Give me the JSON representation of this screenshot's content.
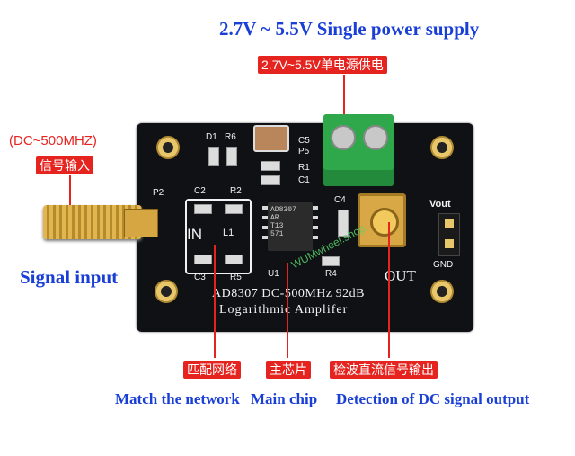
{
  "top_heading": "2.7V ~ 5.5V Single power supply",
  "power_tag": "2.7V~5.5V单电源供电",
  "input_range": "(DC~500MHZ)",
  "input_tag": "信号输入",
  "signal_input": "Signal input",
  "board": {
    "labels": {
      "d1": "D1",
      "r6": "R6",
      "c5": "C5",
      "p5": "P5",
      "r1": "R1",
      "c1": "C1",
      "p2": "P2",
      "c2": "C2",
      "r2": "R2",
      "c4": "C4",
      "in": "IN",
      "l1": "L1",
      "u1": "U1",
      "r4": "R4",
      "c3": "C3",
      "r5": "R5",
      "out": "OUT",
      "vout": "Vout",
      "gnd": "GND"
    },
    "chip_text": [
      "AD8307",
      "AR",
      "T13",
      "571"
    ],
    "model_line": "AD8307  DC-500MHz  92dB",
    "product_line": "Logarithmic  Amplifer",
    "watermark": "WUMwheel.shop"
  },
  "callouts": {
    "network_cn": "匹配网络",
    "chip_cn": "主芯片",
    "detect_cn": "检波直流信号输出",
    "network_en": "Match the network",
    "chip_en": "Main chip",
    "detect_en": "Detection of DC signal output"
  }
}
